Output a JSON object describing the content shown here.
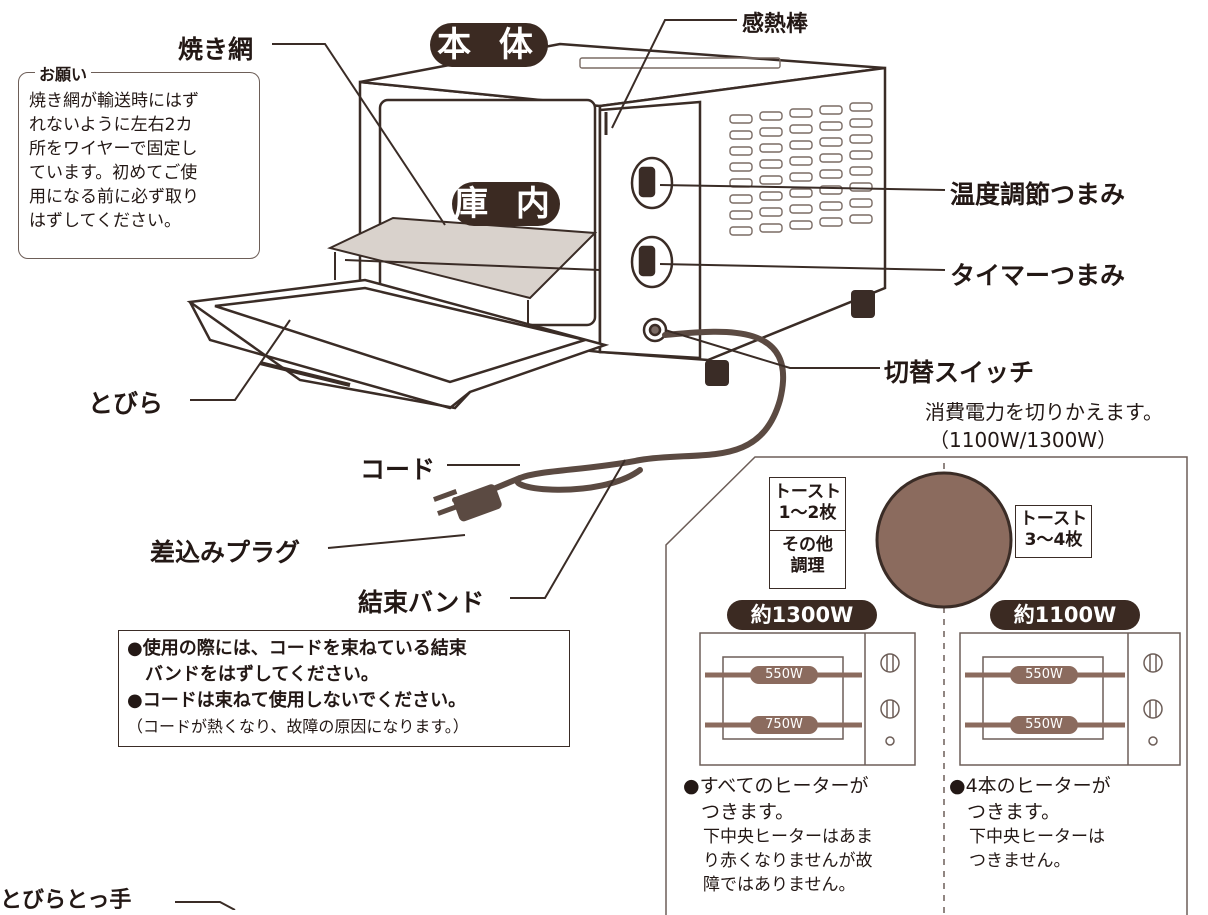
{
  "labels": {
    "main_body": "本 体",
    "interior": "庫 内",
    "grill_net": "焼き網",
    "heat_sensor": "感熱棒",
    "temp_knob": "温度調節つまみ",
    "timer_knob": "タイマーつまみ",
    "switch": "切替スイッチ",
    "door": "とびら",
    "cord": "コード",
    "plug": "差込みプラグ",
    "band": "結束バンド",
    "door_handle": "とびらとっ手"
  },
  "request_note": {
    "title": "お願い",
    "lines": [
      "焼き網が輸送時にはず",
      "れないように左右2カ",
      "所をワイヤーで固定し",
      "ています。初めてご使",
      "用になる前に必ず取り",
      "はずしてください。"
    ]
  },
  "switch_desc": {
    "line1": "消費電力を切りかえます。",
    "line2": "（1100W/1300W）"
  },
  "cord_warning": {
    "line1": "●使用の際には、コードを束ねている結束",
    "line2": "　バンドをはずしてください。",
    "line3": "●コードは束ねて使用しないでください。",
    "line4": "（コードが熱くなり、故障の原因になります。）"
  },
  "switch_panel": {
    "left_box_top": [
      "トースト",
      "1〜2枚"
    ],
    "left_box_bottom": [
      "その他",
      "調理"
    ],
    "right_box": [
      "トースト",
      "3〜4枚"
    ],
    "left_watt": "約1300W",
    "right_watt": "約1100W",
    "left_heaters": [
      "550W",
      "750W"
    ],
    "right_heaters": [
      "550W",
      "550W"
    ],
    "left_note": [
      "●すべてのヒーターが",
      "つきます。"
    ],
    "left_sub": [
      "下中央ヒーターはあま",
      "り赤くなりませんが故",
      "障ではありません。"
    ],
    "right_note": [
      "●4本のヒーターが",
      "つきます。"
    ],
    "right_sub": [
      "下中央ヒーターは",
      "つきません。"
    ]
  }
}
